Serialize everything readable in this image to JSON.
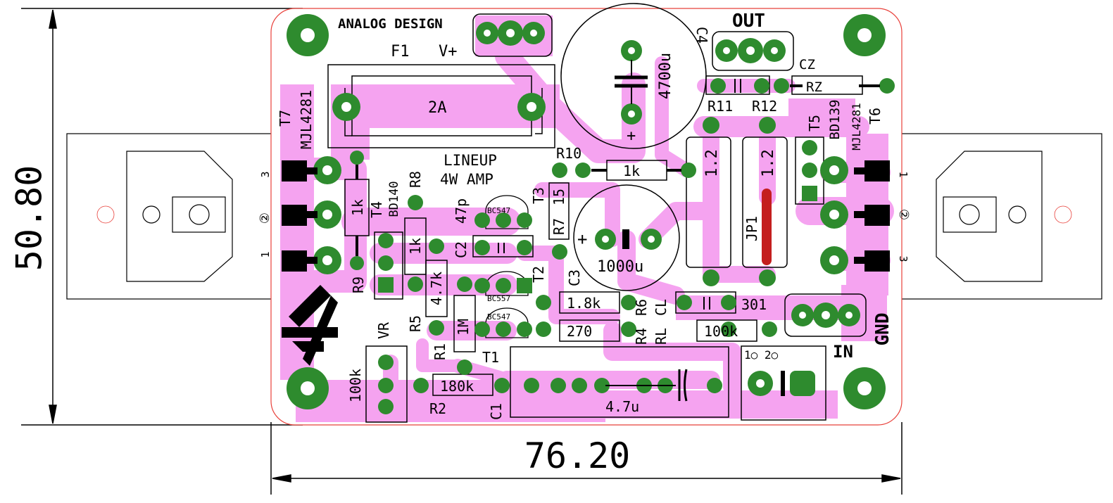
{
  "dimensions": {
    "height": "50.80",
    "width": "76.20"
  },
  "header": {
    "brand": "ANALOG DESIGN",
    "title_line1": "LINEUP",
    "title_line2": "4W AMP"
  },
  "connectors": {
    "fuse_ref": "F1",
    "vplus": "V+",
    "out": "OUT",
    "gnd": "GND",
    "in": "IN",
    "in_pins": "1○  2○"
  },
  "fuse": {
    "value": "2A"
  },
  "transistors": {
    "t7": {
      "ref": "T7",
      "part": "MJL4281"
    },
    "t6": {
      "ref": "T6",
      "part": "MJL4281"
    },
    "t5": {
      "ref": "T5",
      "part": "BD139"
    },
    "t4": {
      "ref": "T4",
      "part": "BD140"
    },
    "t3": {
      "ref": "T3",
      "part": "BC547"
    },
    "t2": {
      "ref": "T2",
      "part": "BC557"
    },
    "t1": {
      "ref": "T1",
      "part": "BC547"
    }
  },
  "pins_left": [
    "3",
    "②",
    "1"
  ],
  "pins_right": [
    "1",
    "②",
    "3"
  ],
  "capacitors": {
    "c4": {
      "ref": "C4",
      "value": "4700u"
    },
    "c3": {
      "ref": "C3",
      "value": "1000u"
    },
    "c2": {
      "ref": "C2",
      "value": "47p"
    },
    "c1": {
      "ref": "C1",
      "value": "4.7u"
    },
    "cl": {
      "ref": "CL",
      "value": "301"
    },
    "cz": {
      "ref": "CZ"
    }
  },
  "resistors": {
    "rz": "RZ",
    "r11": {
      "ref": "R11",
      "value": "1.2"
    },
    "r12": {
      "ref": "R12",
      "value": "1.2"
    },
    "r10": {
      "ref": "R10",
      "value": "1k"
    },
    "r9": {
      "ref": "R9",
      "value": "1k"
    },
    "r8": {
      "ref": "R8",
      "value": "1k"
    },
    "r7": {
      "ref": "R7",
      "value": "15"
    },
    "r6": {
      "ref": "R6",
      "value": "1.8k"
    },
    "r5": {
      "ref": "R5",
      "value": "4.7k"
    },
    "r4": {
      "ref": "R4",
      "value": "270"
    },
    "rl": {
      "ref": "RL",
      "value": "100k"
    },
    "r2": {
      "ref": "R2",
      "value": "180k"
    },
    "r1": {
      "ref": "R1",
      "value": "1M"
    }
  },
  "jumper": {
    "ref": "JP1"
  },
  "trimmer": {
    "ref": "VR",
    "value": "100k"
  },
  "colors": {
    "board_edge": "#e8403a",
    "copper": "#f5a3f0",
    "pad": "#2e8b2e",
    "silk": "#000000",
    "jumper": "#c41e1e"
  }
}
